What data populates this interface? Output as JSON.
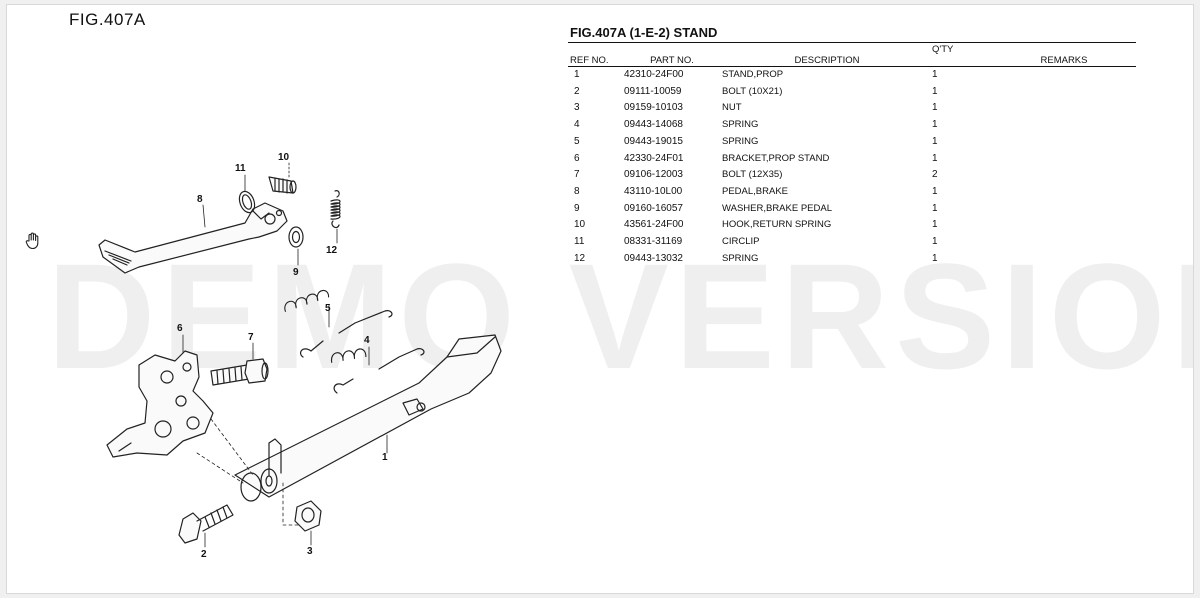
{
  "figure_label": "FIG.407A",
  "watermark": "DEMO VERSION",
  "callouts": {
    "c1": "1",
    "c2": "2",
    "c3": "3",
    "c4": "4",
    "c5": "5",
    "c6": "6",
    "c7": "7",
    "c8": "8",
    "c9": "9",
    "c10": "10",
    "c11": "11",
    "c12": "12"
  },
  "parts_table": {
    "title": "FIG.407A (1-E-2) STAND",
    "headers": {
      "ref": "REF NO.",
      "part": "PART NO.",
      "desc": "DESCRIPTION",
      "qty": "Q'TY",
      "remarks": "REMARKS"
    },
    "rows": [
      {
        "ref": "1",
        "part": "42310-24F00",
        "desc": "STAND,PROP",
        "qty": "1",
        "remarks": ""
      },
      {
        "ref": "2",
        "part": "09111-10059",
        "desc": "BOLT (10X21)",
        "qty": "1",
        "remarks": ""
      },
      {
        "ref": "3",
        "part": "09159-10103",
        "desc": "NUT",
        "qty": "1",
        "remarks": ""
      },
      {
        "ref": "4",
        "part": "09443-14068",
        "desc": "SPRING",
        "qty": "1",
        "remarks": ""
      },
      {
        "ref": "5",
        "part": "09443-19015",
        "desc": "SPRING",
        "qty": "1",
        "remarks": ""
      },
      {
        "ref": "6",
        "part": "42330-24F01",
        "desc": "BRACKET,PROP STAND",
        "qty": "1",
        "remarks": ""
      },
      {
        "ref": "7",
        "part": "09106-12003",
        "desc": "BOLT (12X35)",
        "qty": "2",
        "remarks": ""
      },
      {
        "ref": "8",
        "part": "43110-10L00",
        "desc": "PEDAL,BRAKE",
        "qty": "1",
        "remarks": ""
      },
      {
        "ref": "9",
        "part": "09160-16057",
        "desc": "WASHER,BRAKE PEDAL",
        "qty": "1",
        "remarks": ""
      },
      {
        "ref": "10",
        "part": "43561-24F00",
        "desc": "HOOK,RETURN SPRING",
        "qty": "1",
        "remarks": ""
      },
      {
        "ref": "11",
        "part": "08331-31169",
        "desc": "CIRCLIP",
        "qty": "1",
        "remarks": ""
      },
      {
        "ref": "12",
        "part": "09443-13032",
        "desc": "SPRING",
        "qty": "1",
        "remarks": ""
      }
    ]
  }
}
